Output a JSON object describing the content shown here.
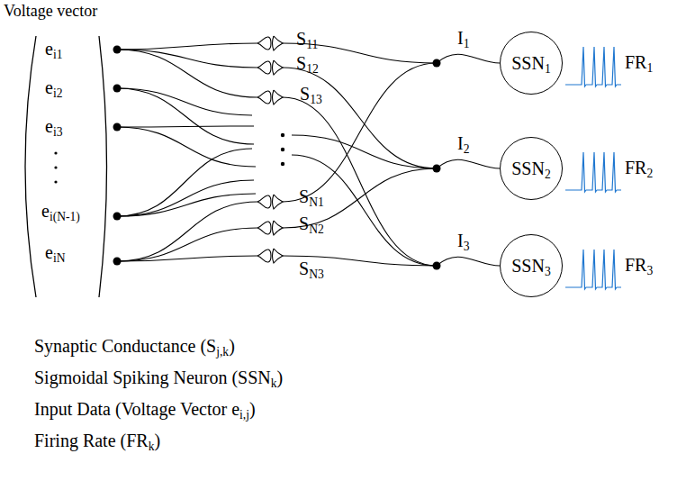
{
  "diagram": {
    "nodes": [
      {
        "text": [
          "SSN1"
        ]
      },
      {
        "text": [
          "SSN2"
        ]
      },
      {
        "text": [
          "SSN3"
        ]
      }
    ],
    "labels": [
      "Voltage vector",
      "ei1",
      "ei2",
      "ei3",
      "ei(N-1)",
      "eiN",
      "S11",
      "S12",
      "S13",
      "SN1",
      "SN2",
      "SN3",
      "I1",
      "I2",
      "I3",
      "FR1",
      "FR2",
      "FR3",
      "Synaptic Conductance (Sj,k)",
      "Sigmoidal Spiking Neuron (SSNk)",
      "Input Data (Voltage Vector ei,j)",
      "Firing Rate (FRk)"
    ]
  }
}
